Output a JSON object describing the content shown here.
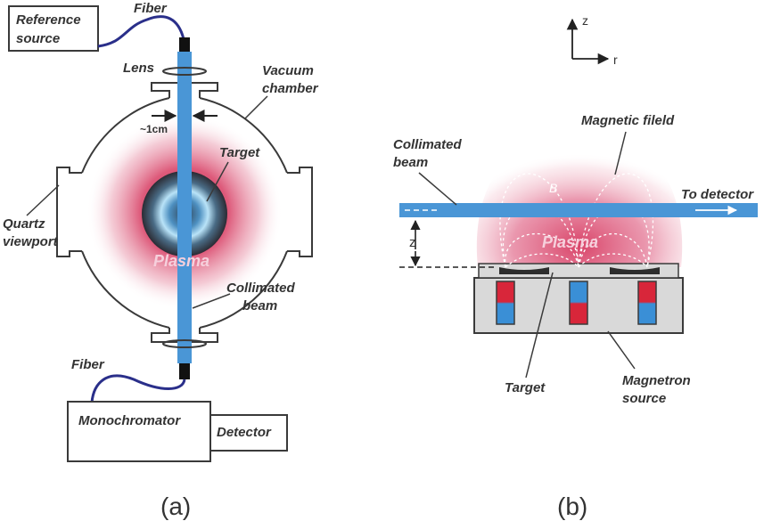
{
  "panel_a": {
    "reference_source": [
      "Reference",
      "source"
    ],
    "fiber_top": "Fiber",
    "lens": "Lens",
    "vacuum_chamber": [
      "Vacuum",
      "chamber"
    ],
    "beam_width": "~1cm",
    "target": "Target",
    "quartz_viewport": [
      "Quartz",
      "viewport"
    ],
    "plasma": "Plasma",
    "collimated_beam": [
      "Collimated",
      "beam"
    ],
    "fiber_bottom": "Fiber",
    "monochromator": "Monochromator",
    "detector": "Detector",
    "caption": "(a)"
  },
  "panel_b": {
    "axis_z": "z",
    "axis_r": "r",
    "magnetic_field": "Magnetic fileld",
    "collimated_beam": [
      "Collimated",
      "beam"
    ],
    "field_symbol": "B",
    "to_detector": "To detector",
    "height_label": "z",
    "plasma": "Plasma",
    "target": "Target",
    "magnetron_source": [
      "Magnetron",
      "source"
    ],
    "caption": "(b)"
  },
  "colors": {
    "beam": "#4a96d6",
    "plasma": "#d2234e",
    "fiber": "#2a2f8a",
    "magnet_red": "#d8263a",
    "magnet_blue": "#3a8fd6",
    "outline": "#3a3a3a"
  }
}
